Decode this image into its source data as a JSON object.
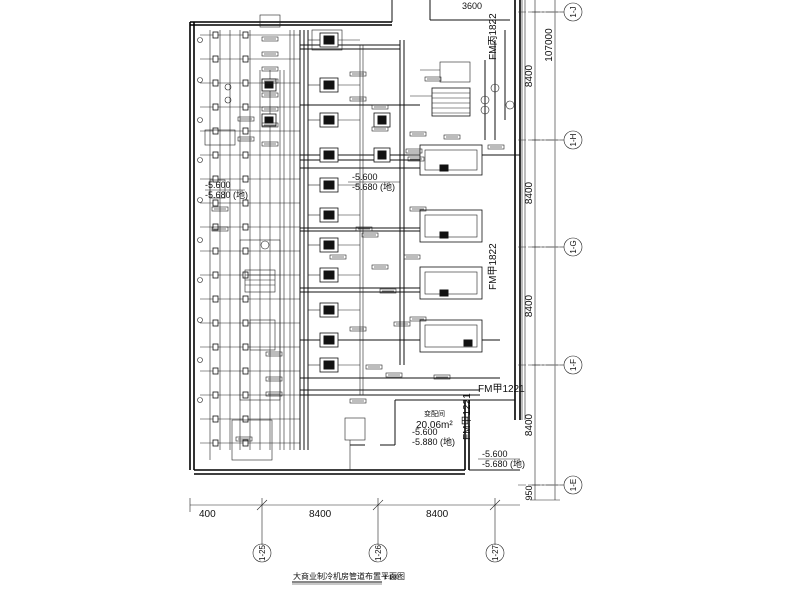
{
  "drawing_title": "大商业制冷机房管道布置平面图",
  "drawing_scale": "1:100",
  "axes_bottom": {
    "labels": [
      "1-25",
      "1-26",
      "1-27"
    ],
    "dimensions": [
      "400",
      "8400",
      "8400"
    ]
  },
  "axes_right": {
    "labels": [
      "1-J",
      "1-H",
      "1-G",
      "1-F",
      "1-E"
    ],
    "dimensions": [
      "8400",
      "8400",
      "8400",
      "8400",
      "950"
    ],
    "overall_dimension": "107000",
    "top_dimension": "3600"
  },
  "door_labels": [
    "FM丙1822",
    "FM甲1822",
    "FM甲1221",
    "FM甲1221"
  ],
  "elevations": {
    "left_upper": "-5.600",
    "left_lower": "-5.680 (地)",
    "center_upper": "-5.600",
    "center_lower": "-5.680 (地)",
    "room_upper": "-5.600",
    "room_lower": "-5.880 (地)",
    "corner_upper": "-5.600",
    "corner_lower": "-5.680 (地)"
  },
  "room": {
    "name": "变配间",
    "area": "20.06m²"
  }
}
